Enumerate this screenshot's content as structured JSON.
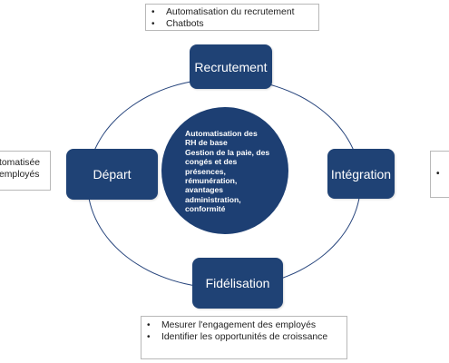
{
  "hub": {
    "lines": [
      "Automatisation des",
      "RH de base",
      "Gestion de la paie, des",
      "congés et des présences,",
      "rémunération,",
      "avantages",
      "administration,",
      "conformité"
    ]
  },
  "stages": {
    "top": "Recrutement",
    "right": "Intégration",
    "bottom": "Fidélisation",
    "left": "Départ"
  },
  "callouts": {
    "top": [
      "Automatisation du recrutement",
      "Chatbots"
    ],
    "bottom": [
      "Mesurer l'engagement des employés",
      "Identifier les opportunités de croissance"
    ],
    "left": [
      "tomatisée",
      "employés"
    ],
    "right": [
      "",
      ""
    ]
  },
  "colors": {
    "stage_fill": "#1f4275",
    "hub_fill": "#1d3f73",
    "ring": "#26447c",
    "callout_border": "#b8b8b8"
  }
}
